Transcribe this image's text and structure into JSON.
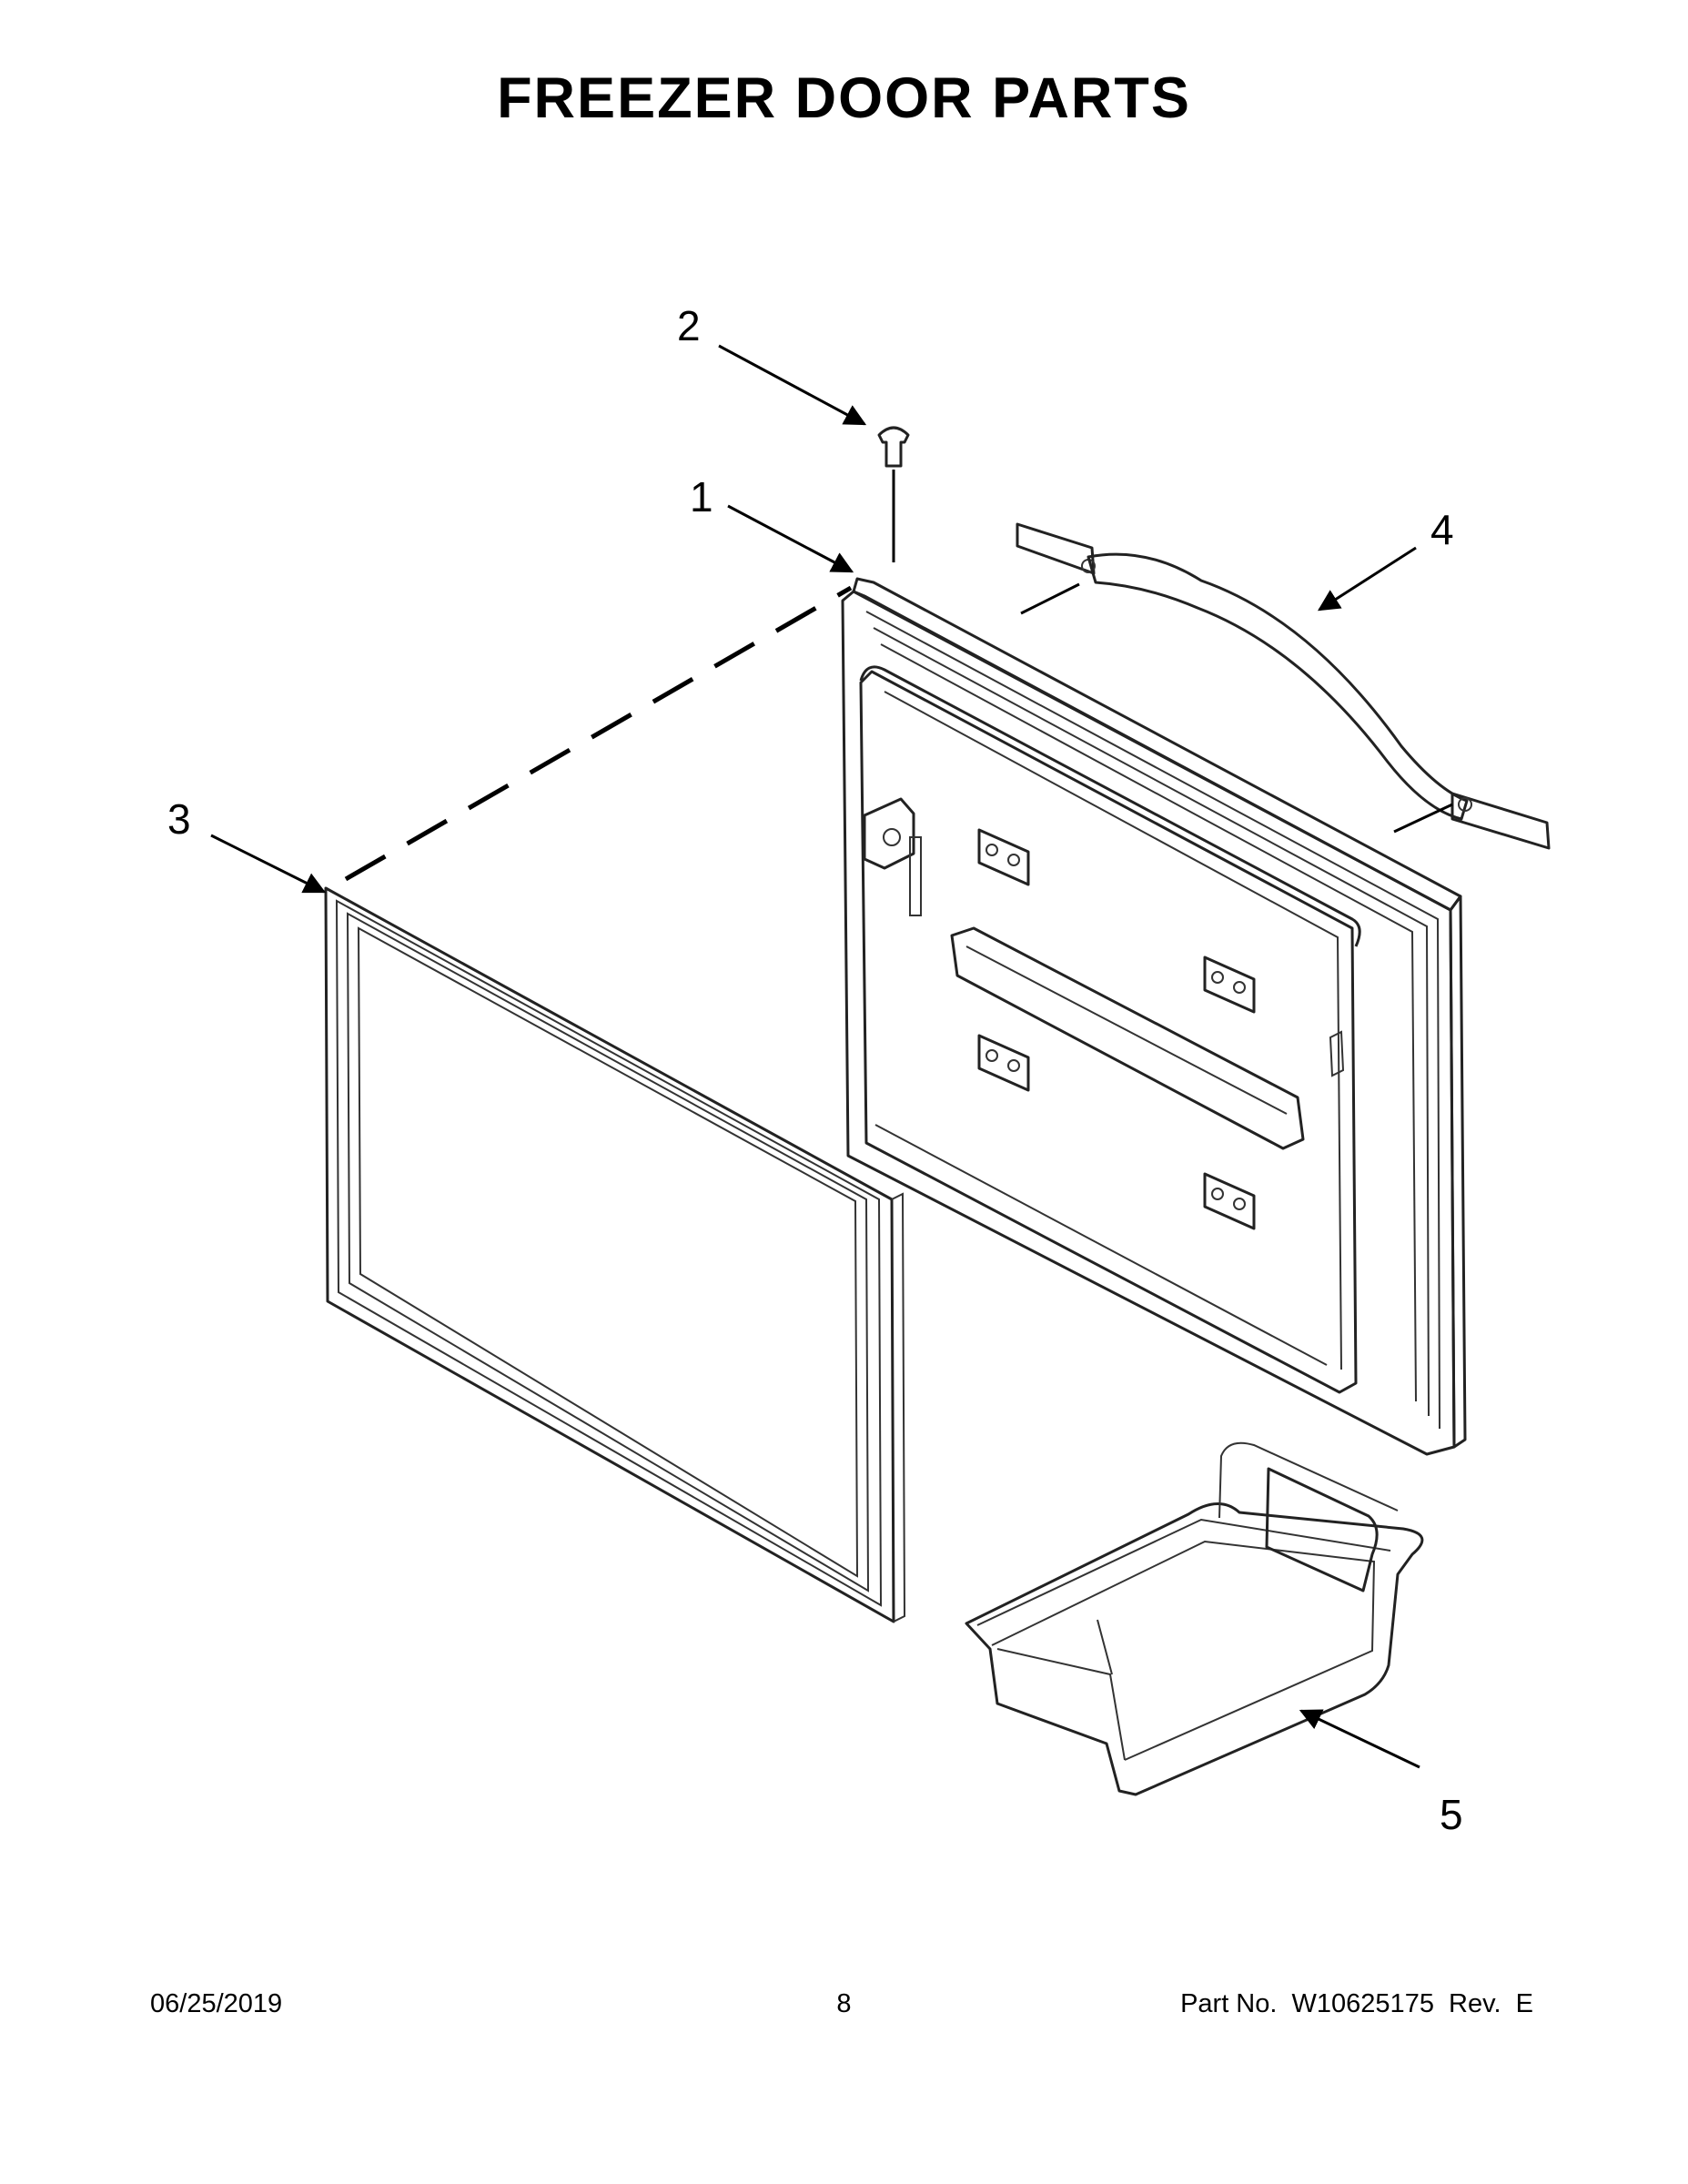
{
  "page": {
    "title": "FREEZER DOOR PARTS"
  },
  "callouts": [
    {
      "id": "1",
      "label": "1"
    },
    {
      "id": "2",
      "label": "2"
    },
    {
      "id": "3",
      "label": "3"
    },
    {
      "id": "4",
      "label": "4"
    },
    {
      "id": "5",
      "label": "5"
    }
  ],
  "footer": {
    "date": "06/25/2019",
    "page_number": "8",
    "part_number": "Part No.  W10625175  Rev.  E"
  }
}
